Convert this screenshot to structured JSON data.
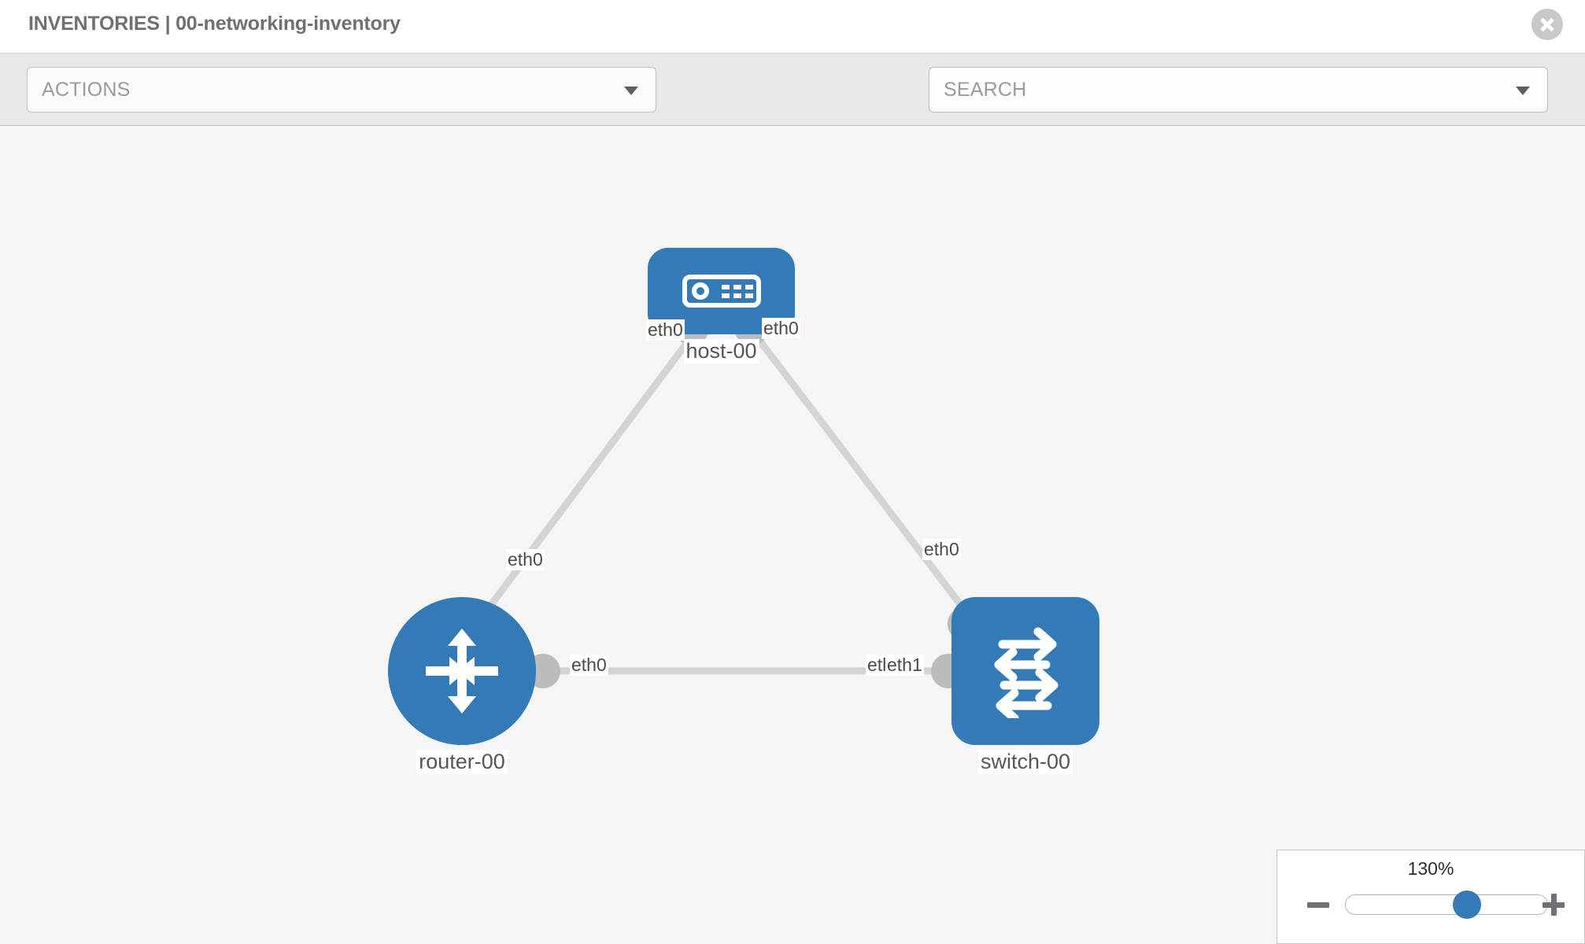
{
  "header": {
    "title": "INVENTORIES | 00-networking-inventory",
    "close_icon": "close-circle-icon"
  },
  "toolbar": {
    "actions_label": "ACTIONS",
    "actions_caret_icon": "chevron-down-icon",
    "wrench_icon": "wrench-icon",
    "key_icon": "key-icon",
    "search_placeholder": "SEARCH",
    "search_value": "",
    "search_caret_icon": "chevron-down-icon"
  },
  "topology": {
    "nodes": [
      {
        "id": "host-00",
        "label": "host-00",
        "type": "host",
        "icon": "server-icon",
        "shape": "rounded-rect",
        "color": "#337ab7"
      },
      {
        "id": "router-00",
        "label": "router-00",
        "type": "router",
        "icon": "router-arrows-icon",
        "shape": "circle",
        "color": "#337ab7"
      },
      {
        "id": "switch-00",
        "label": "switch-00",
        "type": "switch",
        "icon": "switch-arrows-icon",
        "shape": "rounded-rect",
        "color": "#337ab7"
      }
    ],
    "links": [
      {
        "from": "router-00",
        "from_iface": "eth0",
        "to": "host-00",
        "to_iface": "eth0"
      },
      {
        "from": "host-00",
        "from_iface": "eth0",
        "to": "switch-00",
        "to_iface": "eth0"
      },
      {
        "from": "router-00",
        "from_iface": "eth0",
        "to": "switch-00",
        "to_iface": "eth1"
      }
    ],
    "interface_labels": {
      "host_left": "eth0",
      "host_right": "eth0",
      "router_up": "eth0",
      "router_right": "eth0",
      "switch_up": "eth0",
      "switch_left_hidden": "eth0",
      "switch_left": "eth1"
    }
  },
  "zoom_control": {
    "value_label": "130%",
    "minus_label": "minus-icon",
    "plus_label": "plus-icon",
    "slider_percent": 60
  },
  "colors": {
    "node_blue": "#337ab7",
    "link_gray": "#d4d4d4",
    "nub_gray": "#bcbcbc",
    "canvas_bg": "#f5f5f5",
    "toolbar_bg": "#e8e8e8",
    "title_gray": "#707070"
  }
}
